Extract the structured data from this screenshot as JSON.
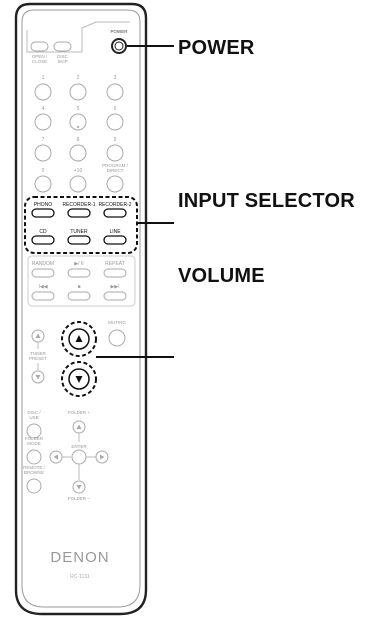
{
  "callouts": {
    "power": "POWER",
    "input_selector": "INPUT SELECTOR",
    "volume": "VOLUME"
  },
  "remote": {
    "power_label": "POWER",
    "open_close": [
      "OPEN /",
      "CLOSE"
    ],
    "disc_skip": [
      "DISC",
      "SKIP"
    ],
    "numbers": [
      "1",
      "2",
      "3",
      "4",
      "5",
      "6",
      "7",
      "8",
      "9",
      "0",
      "+10"
    ],
    "program_direct": [
      "PROGRAM /",
      "DIRECT"
    ],
    "inputs_row1": [
      "PHONO",
      "RECORDER-1",
      "RECORDER-2"
    ],
    "inputs_row2": [
      "CD",
      "TUNER",
      "LINE"
    ],
    "random": "RANDOM",
    "play_pause": "▶/ II",
    "repeat": "REPEAT",
    "prev": "I◀◀",
    "stop": "■",
    "next": "▶▶I",
    "muting": "MUTING",
    "tuner_preset": [
      "TUNER",
      "PRESET"
    ],
    "disc_usb": [
      "DISC /",
      "USB"
    ],
    "folder_plus": "FOLDER +",
    "folder_mode": [
      "FOLDER",
      "MODE"
    ],
    "enter": "ENTER",
    "remote_browse": [
      "REMOTE /",
      "BROWSE"
    ],
    "folder_minus": "FOLDER −",
    "brand": "DENON",
    "model": "RC-1131"
  }
}
